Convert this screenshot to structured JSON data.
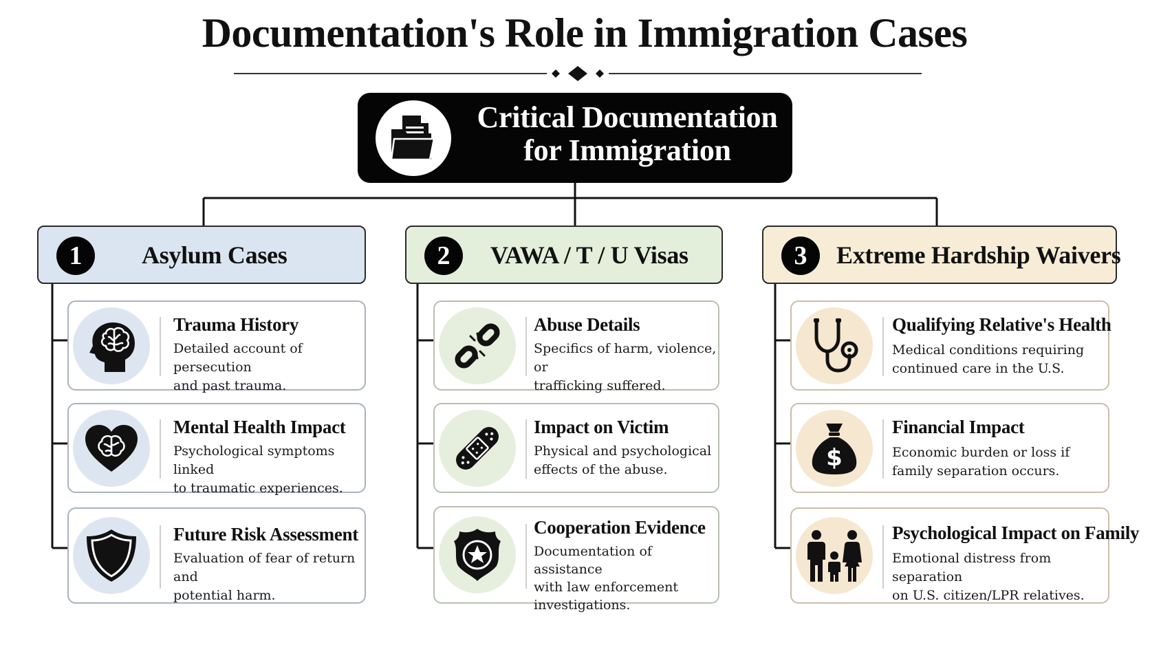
{
  "title": "Documentation's Role in Immigration Cases",
  "root": {
    "line1": "Critical Documentation",
    "line2": "for Immigration",
    "icon": "folder-icon"
  },
  "colors": {
    "root_bg": "#050505",
    "asylum_header": "#dbe5f1",
    "vawa_header": "#e3eedb",
    "hardship_header": "#f7ecd5",
    "asylum_icon_bg": "#dde6f0",
    "vawa_icon_bg": "#e6efdd",
    "hardship_icon_bg": "#f6e7d0"
  },
  "categories": [
    {
      "number": "1",
      "title": "Asylum Cases",
      "items": [
        {
          "title": "Trauma History",
          "desc1": "Detailed account of persecution",
          "desc2": "and past trauma.",
          "icon": "brain-head-icon"
        },
        {
          "title": "Mental Health Impact",
          "desc1": "Psychological symptoms linked",
          "desc2": "to traumatic experiences.",
          "icon": "heart-brain-icon"
        },
        {
          "title": "Future Risk Assessment",
          "desc1": "Evaluation of fear of return and",
          "desc2": "potential harm.",
          "icon": "shield-icon"
        }
      ]
    },
    {
      "number": "2",
      "title": "VAWA / T / U Visas",
      "items": [
        {
          "title": "Abuse Details",
          "desc1": "Specifics of harm, violence, or",
          "desc2": "trafficking suffered.",
          "icon": "broken-chain-icon"
        },
        {
          "title": "Impact on Victim",
          "desc1": "Physical and psychological",
          "desc2": "effects of the abuse.",
          "icon": "bandage-icon"
        },
        {
          "title": "Cooperation Evidence",
          "desc1": "Documentation of assistance",
          "desc2": "with law enforcement",
          "desc3": "investigations.",
          "icon": "police-badge-icon"
        }
      ]
    },
    {
      "number": "3",
      "title": "Extreme Hardship Waivers",
      "items": [
        {
          "title": "Qualifying Relative's Health",
          "desc1": "Medical conditions requiring",
          "desc2": "continued care in the U.S.",
          "icon": "stethoscope-icon"
        },
        {
          "title": "Financial Impact",
          "desc1": "Economic burden or loss if",
          "desc2": "family separation occurs.",
          "icon": "money-bag-icon"
        },
        {
          "title": "Psychological Impact on Family",
          "desc1": "Emotional distress from separation",
          "desc2": "on U.S. citizen/LPR relatives.",
          "icon": "family-icon"
        }
      ]
    }
  ]
}
